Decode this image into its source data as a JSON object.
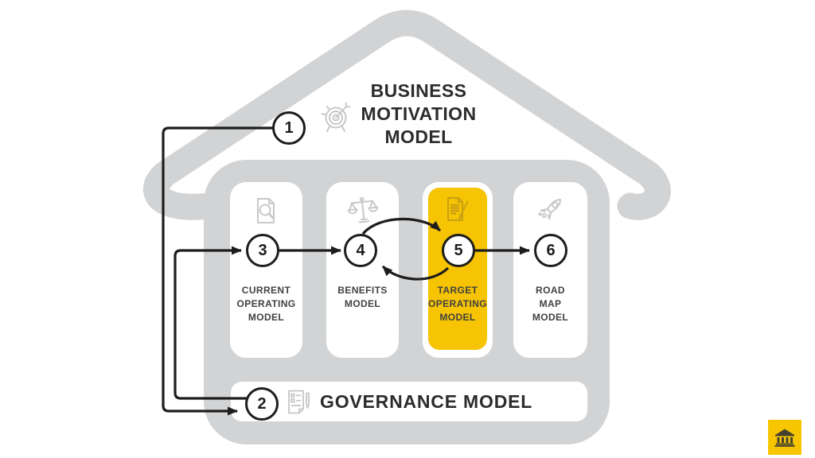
{
  "colors": {
    "house_gray": "#d2d3d5",
    "icon_gray": "#c6c8ca",
    "highlight_yellow": "#f6c402",
    "highlight_icon_yellow": "#c9a013",
    "line_black": "#1d1d1b",
    "badge_yellow": "#f7c600",
    "badge_icon": "#45412f"
  },
  "title": {
    "step": "1",
    "line1": "BUSINESS",
    "line2": "MOTIVATION",
    "line3": "MODEL",
    "icon": "target-icon"
  },
  "pillars": [
    {
      "step": "3",
      "icon": "document-search-icon",
      "highlighted": false,
      "label_lines": [
        "CURRENT",
        "OPERATING",
        "MODEL"
      ]
    },
    {
      "step": "4",
      "icon": "scales-icon",
      "highlighted": false,
      "label_lines": [
        "BENEFITS",
        "MODEL",
        ""
      ]
    },
    {
      "step": "5",
      "icon": "document-edit-icon",
      "highlighted": true,
      "label_lines": [
        "TARGET",
        "OPERATING",
        "MODEL"
      ]
    },
    {
      "step": "6",
      "icon": "rocket-icon",
      "highlighted": false,
      "label_lines": [
        "ROAD",
        "MAP",
        "MODEL"
      ]
    }
  ],
  "governance": {
    "step": "2",
    "label": "GOVERNANCE MODEL",
    "icon": "checklist-pen-icon"
  },
  "badge": {
    "icon": "bank-icon"
  }
}
